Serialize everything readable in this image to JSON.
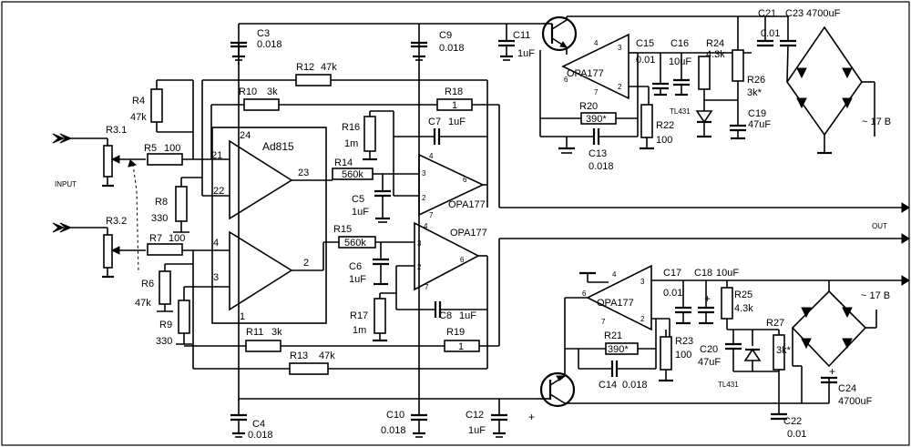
{
  "labels": {
    "ad815": "Ad815",
    "opa_u1": "OPA177",
    "opa_u2": "OPA177",
    "opa_top": "OPA177",
    "opa_bot": "OPA177",
    "input": "INPUT",
    "out": "OUT",
    "plus17_top": "~ 17 B",
    "plus17_bot": "~ 17 B",
    "tl431_top": "TL431",
    "tl431_bot": "TL431",
    "plus_sign": "+",
    "r3_1": "R3.1",
    "r3_2": "R3.2",
    "r4": "R4",
    "r4v": "47k",
    "r5": "R5",
    "r5v": "100",
    "r6": "R6",
    "r6v": "47k",
    "r7": "R7",
    "r7v": "100",
    "r8": "R8",
    "r8v": "330",
    "r9": "R9",
    "r9v": "330",
    "r10": "R10",
    "r10v": "3k",
    "r11": "R11",
    "r11v": "3k",
    "r12": "R12",
    "r12v": "47k",
    "r13": "R13",
    "r13v": "47k",
    "r14": "R14",
    "r14v": "560k",
    "r15": "R15",
    "r15v": "560k",
    "r16": "R16",
    "r16v": "1m",
    "r17": "R17",
    "r17v": "1m",
    "r18": "R18",
    "r18v": "1",
    "r19": "R19",
    "r19v": "1",
    "r20": "R20",
    "r20v": "390*",
    "r21": "R21",
    "r21v": "390*",
    "r22": "R22",
    "r22v": "100",
    "r23": "R23",
    "r23v": "100",
    "r24": "R24",
    "r24v": "4.3k",
    "r25": "R25",
    "r25v": "4.3k",
    "r26": "R26",
    "r26v": "3k*",
    "r27": "R27",
    "r27v": "3k*",
    "c3": "C3",
    "c3v": "0.018",
    "c4": "C4",
    "c4v": "0.018",
    "c5": "C5",
    "c5v": "1uF",
    "c6": "C6",
    "c6v": "1uF",
    "c7": "C7",
    "c7v": "1uF",
    "c8": "C8",
    "c8v": "1uF",
    "c9": "C9",
    "c9v": "0.018",
    "c10": "C10",
    "c10v": "0.018",
    "c11": "C11",
    "c11v": "1uF",
    "c12": "C12",
    "c12v": "1uF",
    "c13": "C13",
    "c13v": "0.018",
    "c14": "C14",
    "c14v": "0.018",
    "c15": "C15",
    "c15v": "0.01",
    "c16": "C16",
    "c16v": "10uF",
    "c17": "C17",
    "c17v": "0.01",
    "c18": "C18",
    "c18v": "10uF",
    "c19": "C19",
    "c19v": "47uF",
    "c20": "C20",
    "c20v": "47uF",
    "c21": "C21",
    "c21v": "0.01",
    "c22": "C22",
    "c22v": "0.01",
    "c23": "C23",
    "c23v": "4700uF",
    "c24": "C24",
    "c24v": "4700uF",
    "p21": "21",
    "p22": "22",
    "p23": "23",
    "p24": "24",
    "p4": "4",
    "p3": "3",
    "p2": "2",
    "p1": "1",
    "u1p3": "3",
    "u1p2": "2",
    "u1p4": "4",
    "u1p6": "6",
    "u1p7": "7",
    "u2p3": "3",
    "u2p2": "2",
    "u2p4": "4",
    "u2p6": "6",
    "u2p7": "7",
    "t1p4": "4",
    "t1p6": "6",
    "t1p3": "3",
    "t1p2": "2",
    "t1p7": "7",
    "t2p4": "4",
    "t2p6": "6",
    "t2p3": "3",
    "t2p2": "2",
    "t2p7": "7"
  }
}
